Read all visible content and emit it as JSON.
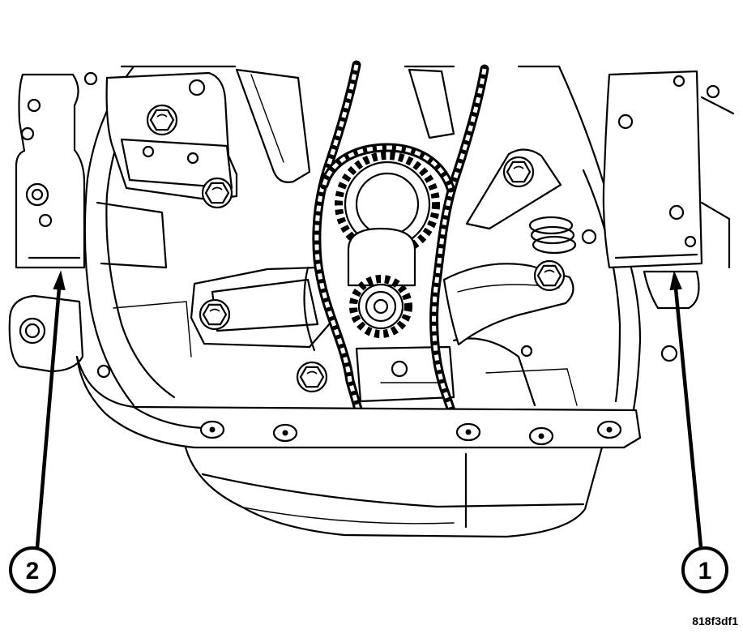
{
  "figure": {
    "callouts": {
      "one": "1",
      "two": "2"
    },
    "id_code": "818f3df1"
  },
  "colors": {
    "line": "#000000",
    "background": "#ffffff"
  }
}
